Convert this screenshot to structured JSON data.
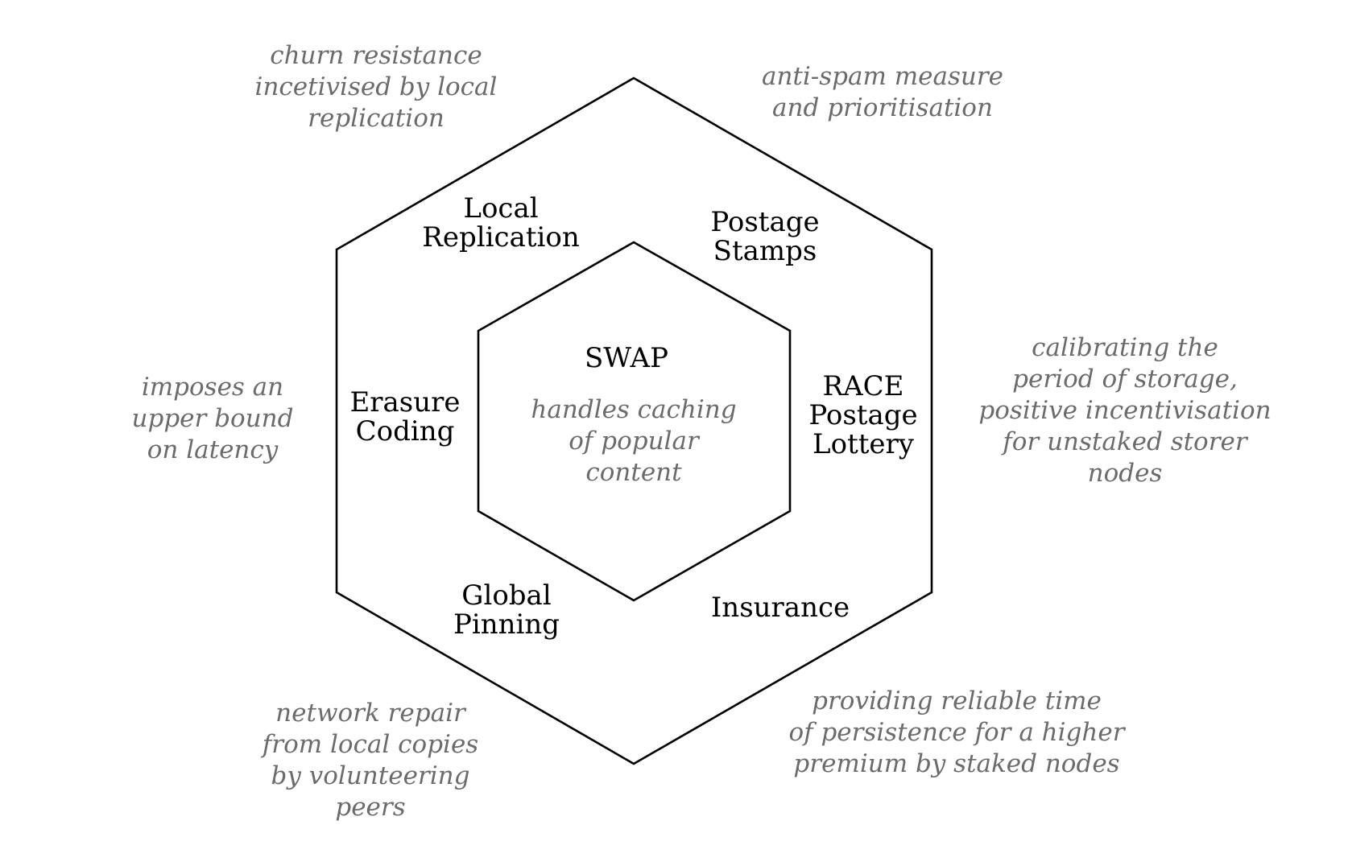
{
  "center": {
    "title": "SWAP",
    "lines": [
      "handles caching",
      "of popular",
      "content"
    ]
  },
  "mechanisms": {
    "local_replication": [
      "Local",
      "Replication"
    ],
    "postage_stamps": [
      "Postage",
      "Stamps"
    ],
    "race_postage_lottery": [
      "RACE",
      "Postage",
      "Lottery"
    ],
    "insurance": [
      "Insurance"
    ],
    "global_pinning": [
      "Global",
      "Pinning"
    ],
    "erasure_coding": [
      "Erasure",
      "Coding"
    ]
  },
  "notes": {
    "local_replication": [
      "churn resistance",
      "incetivised by local",
      "replication"
    ],
    "postage_stamps": [
      "anti-spam measure",
      "and prioritisation"
    ],
    "race_postage_lottery": [
      "calibrating the",
      "period of storage,",
      "positive incentivisation",
      "for unstaked storer",
      "nodes"
    ],
    "insurance": [
      "providing reliable time",
      "of persistence for a higher",
      "premium by staked nodes"
    ],
    "global_pinning": [
      "network repair",
      "from local copies",
      "by volunteering",
      "peers"
    ],
    "erasure_coding": [
      "imposes an",
      "upper bound",
      "on latency"
    ]
  },
  "colors": {
    "line": "#000000",
    "label": "#000000",
    "note": "#6b6b6b"
  }
}
